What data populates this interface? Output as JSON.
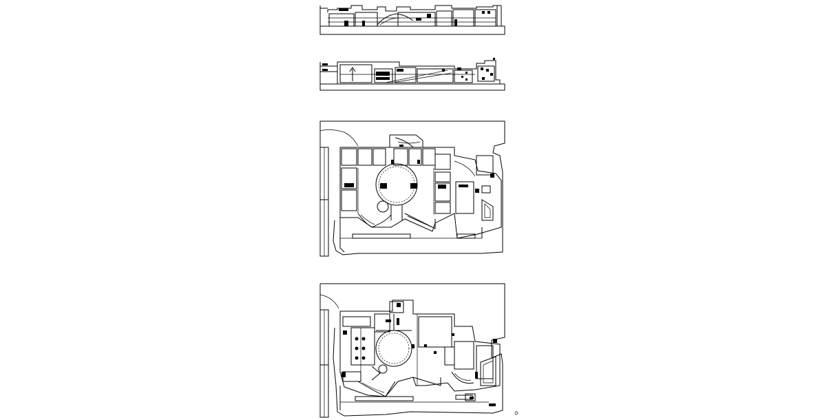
{
  "drawing": {
    "background_color": "#ffffff",
    "line_color": "#000000",
    "views": [
      {
        "id": "elevation-1",
        "kind": "elevation"
      },
      {
        "id": "elevation-2",
        "kind": "elevation"
      },
      {
        "id": "plan-1",
        "kind": "floor-plan"
      },
      {
        "id": "plan-2",
        "kind": "floor-plan"
      }
    ]
  }
}
